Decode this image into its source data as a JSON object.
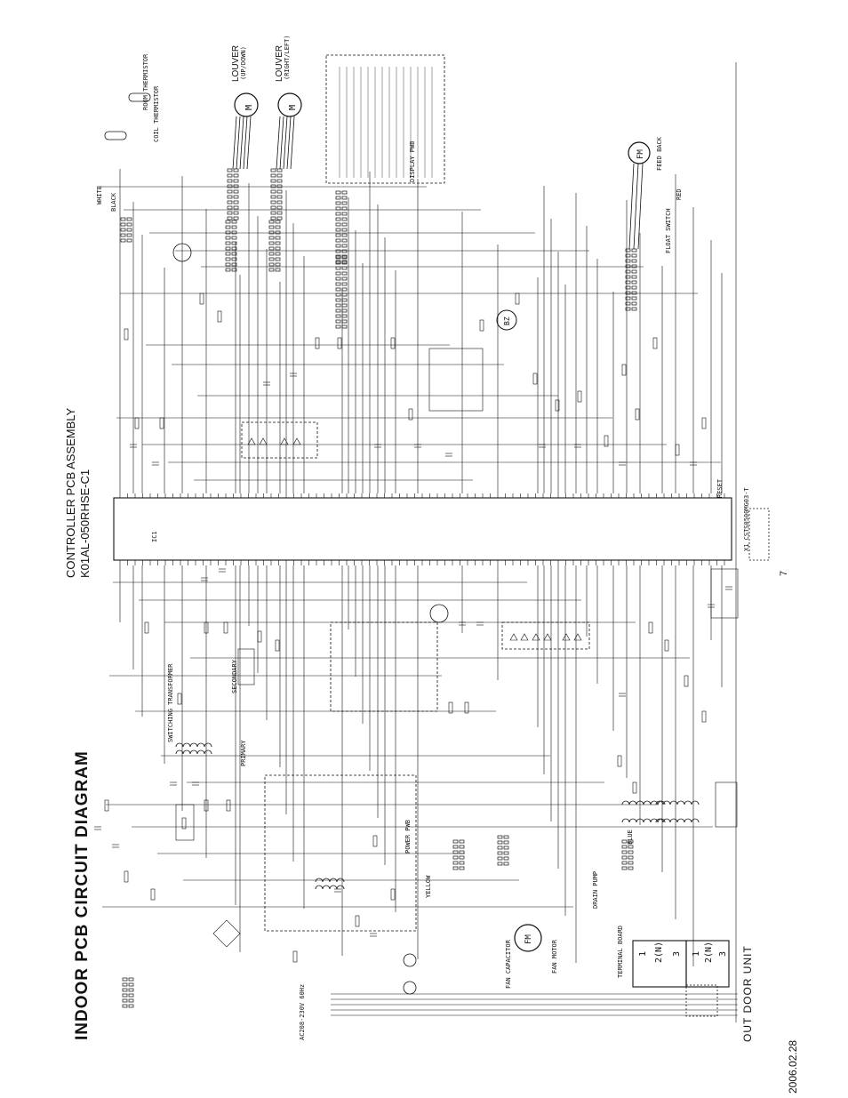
{
  "header": {
    "title": "INDOOR PCB CIRCUIT DIAGRAM",
    "assembly_line1": "CONTROLLER PCB ASSEMBLY",
    "assembly_line2": "K01AL-050RHSE-C1",
    "page_number": "7",
    "date": "2006.02.28"
  },
  "labels": {
    "outdoor_unit": "OUT DOOR UNIT",
    "louver_ud": "LOUVER",
    "louver_ud_sub": "(UP/DOWN)",
    "louver_rl": "LOUVER",
    "louver_rl_sub": "(RIGHT/LEFT)",
    "fan_motor": "FAN MOTOR",
    "fan_capacitor": "FAN CAPACITOR",
    "drain_pump": "DRAIN PUMP",
    "terminal_board": "TERMINAL BOARD",
    "display_pwb": "DISPLAY PWB",
    "float_switch": "FLOAT SWITCH",
    "feed_back": "FEED BACK",
    "room_thermistor": "ROOM THERMISTOR",
    "coil_thermistor": "COIL THERMISTOR",
    "power_pwb": "POWER PWB",
    "primary": "PRIMARY",
    "secondary": "SECONDARY",
    "transformer": "SWITCHING TRANSFORMER",
    "ic1": "IC1",
    "x1": "X1 CSTS0500MG03-T",
    "reset": "RESET",
    "supply": "AC208-230V 60Hz",
    "fm_symbol": "FM",
    "m_symbol": "M",
    "bz_symbol": "BZ"
  },
  "wire_colors": {
    "white": "WHITE",
    "black": "BLACK",
    "red": "RED",
    "blue": "BLUE",
    "yellow": "YELLOW"
  },
  "terminals": [
    "1",
    "2(N)",
    "3"
  ],
  "icons": {
    "motor": "motor-circle-icon",
    "ground": "ground-icon",
    "fuse": "fuse-icon"
  },
  "colors": {
    "ink": "#111111",
    "paper": "#ffffff"
  }
}
